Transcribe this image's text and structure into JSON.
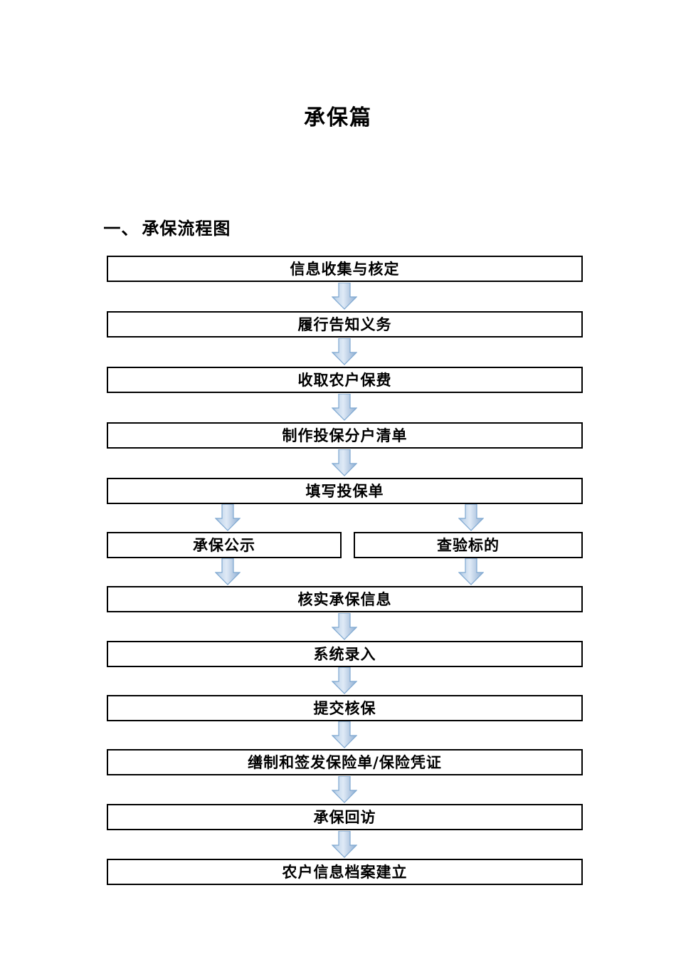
{
  "document": {
    "title": "承保篇",
    "section": {
      "number": "一、",
      "heading": "承保流程图"
    }
  },
  "flowchart": {
    "arrow_fill_light": "#dce6f1",
    "arrow_fill_mid": "#b8cce4",
    "arrow_fill_dark": "#95b3d7",
    "arrow_stroke": "#7da7d0",
    "box_border": "#000000",
    "box_fill": "#ffffff",
    "nodes": [
      {
        "id": "n1",
        "label": "信息收集与核定"
      },
      {
        "id": "n2",
        "label": "履行告知义务"
      },
      {
        "id": "n3",
        "label": "收取农户保费"
      },
      {
        "id": "n4",
        "label": "制作投保分户清单"
      },
      {
        "id": "n5",
        "label": "填写投保单"
      },
      {
        "id": "n6a",
        "label": "承保公示"
      },
      {
        "id": "n6b",
        "label": "查验标的"
      },
      {
        "id": "n7",
        "label": "核实承保信息"
      },
      {
        "id": "n8",
        "label": "系统录入"
      },
      {
        "id": "n9",
        "label": "提交核保"
      },
      {
        "id": "n10",
        "label": "缮制和签发保险单/保险凭证"
      },
      {
        "id": "n11",
        "label": "承保回访"
      },
      {
        "id": "n12",
        "label": "农户信息档案建立"
      }
    ],
    "edges": [
      {
        "from": "n1",
        "to": "n2"
      },
      {
        "from": "n2",
        "to": "n3"
      },
      {
        "from": "n3",
        "to": "n4"
      },
      {
        "from": "n4",
        "to": "n5"
      },
      {
        "from": "n5",
        "to": "n6a"
      },
      {
        "from": "n5",
        "to": "n6b"
      },
      {
        "from": "n6a",
        "to": "n7"
      },
      {
        "from": "n6b",
        "to": "n7"
      },
      {
        "from": "n7",
        "to": "n8"
      },
      {
        "from": "n8",
        "to": "n9"
      },
      {
        "from": "n9",
        "to": "n10"
      },
      {
        "from": "n10",
        "to": "n11"
      },
      {
        "from": "n11",
        "to": "n12"
      }
    ]
  }
}
